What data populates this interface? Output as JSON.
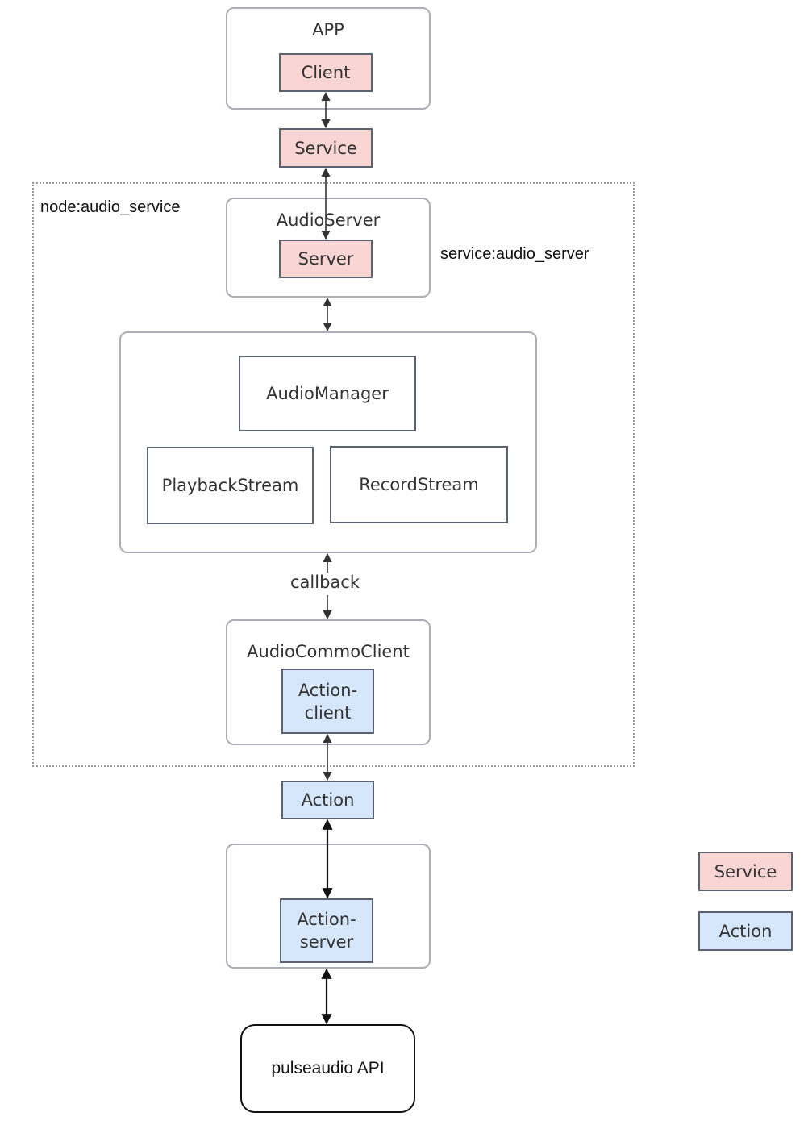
{
  "app": {
    "title": "APP",
    "client": "Client"
  },
  "service_box": "Service",
  "node": {
    "label": "node:audio_service"
  },
  "audio_server": {
    "title": "AudioServer",
    "server": "Server",
    "service_label": "service:audio_server"
  },
  "manager_group": {
    "audio_manager": "AudioManager",
    "playback_stream": "PlaybackStream",
    "record_stream": "RecordStream"
  },
  "callback_label": "callback",
  "commo_client": {
    "title": "AudioCommoClient",
    "action_client_line1": "Action-",
    "action_client_line2": "client"
  },
  "action_box": "Action",
  "action_server": {
    "line1": "Action-",
    "line2": "server"
  },
  "pulseaudio": "pulseaudio API",
  "legend": {
    "service": "Service",
    "action": "Action"
  },
  "colors": {
    "service_fill": "#f9d5d3",
    "action_fill": "#d6e7fb",
    "border": "#5b6370"
  }
}
